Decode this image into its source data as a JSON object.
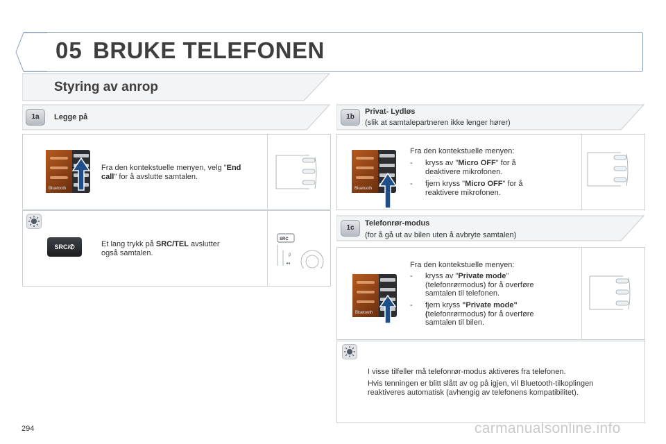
{
  "header": {
    "chapter_number": "05",
    "chapter_title": "BRUKE TELEFONEN"
  },
  "section": {
    "title": "Styring av anrop"
  },
  "block_1a": {
    "badge": "1a",
    "title": "Legge på",
    "text_pre": "Fra den kontekstuelle menyen, velg \"",
    "text_bold": "End call",
    "text_post": "\" for å avslutte samtalen."
  },
  "block_tip_left": {
    "button_label": "SRC/",
    "text_pre": "Et lang trykk på ",
    "text_bold": "SRC/TEL",
    "text_post": " avslutter",
    "text_line2": "også samtalen."
  },
  "block_1b": {
    "badge": "1b",
    "title": "Privat- Lydløs",
    "subtitle": "(slik at samtalepartneren ikke lenger hører)",
    "intro": "Fra den kontekstuelle menyen:",
    "bullet1_pre": "kryss av \"",
    "bullet1_bold": "Micro OFF",
    "bullet1_post": "\" for å",
    "bullet1_line2": "deaktivere mikrofonen.",
    "bullet2_pre": "fjern kryss \"",
    "bullet2_bold": "Micro OFF",
    "bullet2_post": "\" for å",
    "bullet2_line2": "reaktivere mikrofonen."
  },
  "block_1c": {
    "badge": "1c",
    "title": "Telefonrør-modus",
    "subtitle": "(for å gå ut av bilen uten å avbryte samtalen)",
    "intro": "Fra den kontekstuelle menyen:",
    "bullet1_pre": "kryss av \"",
    "bullet1_bold": "Private mode",
    "bullet1_post": "\"",
    "bullet1_line2": "(telefonrørmodus) for å overføre",
    "bullet1_line3": "samtalen til telefonen.",
    "bullet2_pre": "fjern kryss ",
    "bullet2_bold": "\"Private mode\"",
    "bullet2_line2_bold": "(",
    "bullet2_line2": "telefonrørmodus) for å overføre",
    "bullet2_line3": "samtalen til bilen."
  },
  "block_tip_right": {
    "para1": "I visse tilfeller må telefonrør-modus aktiveres fra telefonen.",
    "para2_line1": "Hvis tenningen er blitt slått av og på igjen, vil Bluetooth-tilkoplingen",
    "para2_line2": "reaktiveres automatisk (avhengig av telefonens kompatibilitet)."
  },
  "common": {
    "dash": "-",
    "bluetooth": "Bluetooth"
  },
  "footer": {
    "page_number": "294",
    "watermark": "carmanualsonline.info"
  },
  "colors": {
    "accent_blue": "#1e4f8a",
    "frame": "#8aa0b3",
    "border": "#c8cdd2"
  }
}
